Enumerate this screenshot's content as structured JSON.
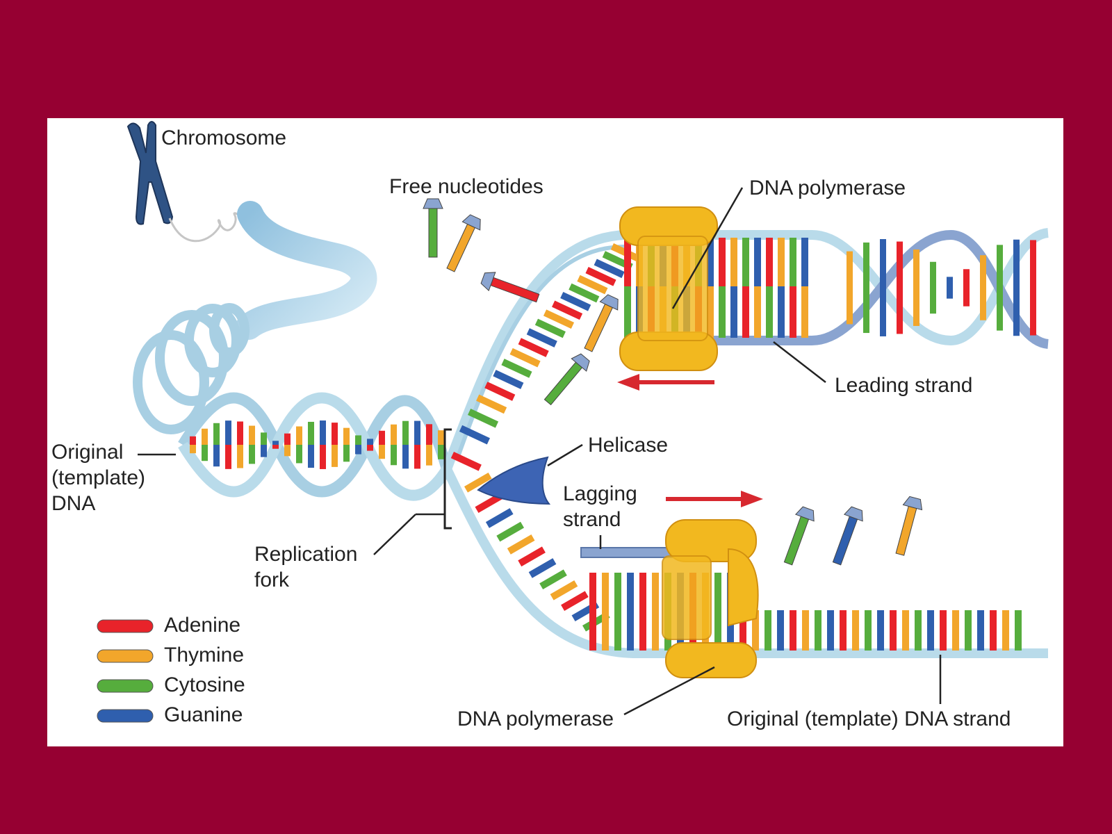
{
  "labels": {
    "chromosome": "Chromosome",
    "free_nucleotides": "Free nucleotides",
    "dna_polymerase_top": "DNA polymerase",
    "leading_strand": "Leading strand",
    "helicase": "Helicase",
    "lagging_strand": "Lagging strand",
    "original_template_dna": "Original (template) DNA",
    "replication_fork": "Replication fork",
    "dna_polymerase_bottom": "DNA polymerase",
    "original_template_strand": "Original (template) DNA strand"
  },
  "legend": [
    {
      "name": "Adenine",
      "color": "#e8232a"
    },
    {
      "name": "Thymine",
      "color": "#f2a62b"
    },
    {
      "name": "Cytosine",
      "color": "#56ad3d"
    },
    {
      "name": "Guanine",
      "color": "#2f5fae"
    }
  ],
  "colors": {
    "background": "#960032",
    "panel": "#ffffff",
    "backbone": "#bfdcea",
    "chromosome": "#2f5385",
    "polymerase": "#f2b81f",
    "helicase": "#3d64b4",
    "arrow": "#d7282f"
  }
}
